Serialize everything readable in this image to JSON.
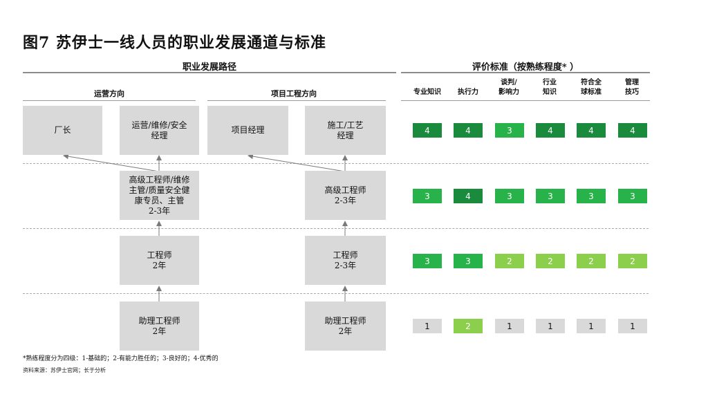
{
  "title": "图7 苏伊士一线人员的职业发展通道与标准",
  "path_header": "职业发展路径",
  "criteria_header": "评价标准（按熟练程度* ）",
  "directions": {
    "ops": "运营方向",
    "project": "项目工程方向"
  },
  "criteria": [
    "专业知识",
    "执行力",
    "谈判/\n影响力",
    "行业\n知识",
    "符合全\n球标准",
    "管理\n技巧"
  ],
  "boxes": {
    "factory_manager": "厂长",
    "ops_manager": "运营/维修/安全\n经理",
    "project_manager": "项目经理",
    "construction_manager": "施工/工艺\n经理",
    "ops_senior": "高级工程师/维修\n主管/质量安全健\n康专员、主管\n2-3年",
    "proj_senior": "高级工程师\n2-3年",
    "ops_engineer": "工程师\n2年",
    "proj_engineer": "工程师\n2-3年",
    "ops_assistant": "助理工程师\n2年",
    "proj_assistant": "助理工程师\n2年"
  },
  "ratings": [
    [
      4,
      4,
      3,
      4,
      4,
      4
    ],
    [
      3,
      4,
      3,
      3,
      3,
      3
    ],
    [
      3,
      3,
      2,
      2,
      2,
      2
    ],
    [
      1,
      2,
      1,
      1,
      1,
      1
    ]
  ],
  "level_colors": {
    "4": "#1a8a3c",
    "3": "#27b24a",
    "2": "#8ccf4d",
    "1": "#d9d9d9"
  },
  "footnote": "*熟练程度分为四级：1-基础的；2-有能力胜任的；3-良好的；4-优秀的",
  "source": "资料来源：苏伊士官网；长于分析"
}
